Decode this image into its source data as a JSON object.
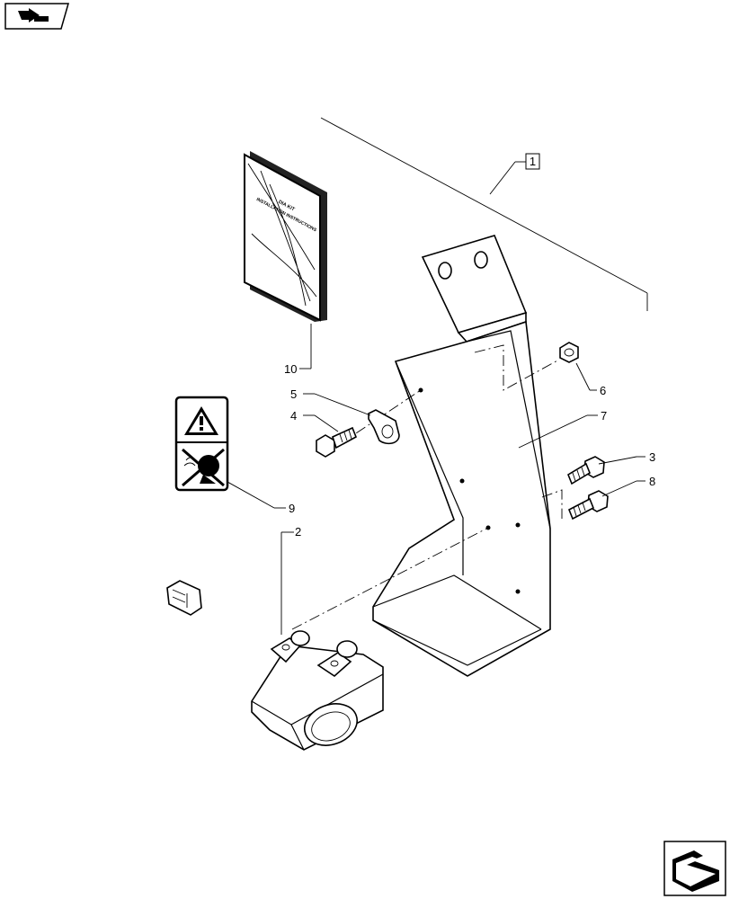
{
  "navigation": {
    "top_left_icon": "previous-page-icon",
    "bottom_right_icon": "next-page-icon"
  },
  "manual_cover": {
    "title_line1": "DIA KIT",
    "title_line2": "INSTALLATION INSTRUCTIONS"
  },
  "callouts": {
    "assembly": "1",
    "item2": "2",
    "item3": "3",
    "item4": "4",
    "item5": "5",
    "item6": "6",
    "item7": "7",
    "item8": "8",
    "item9": "9",
    "item10": "10"
  },
  "decal_icons": {
    "top": "warning-triangle-icon",
    "bottom": "no-hearing-protection-icon"
  }
}
